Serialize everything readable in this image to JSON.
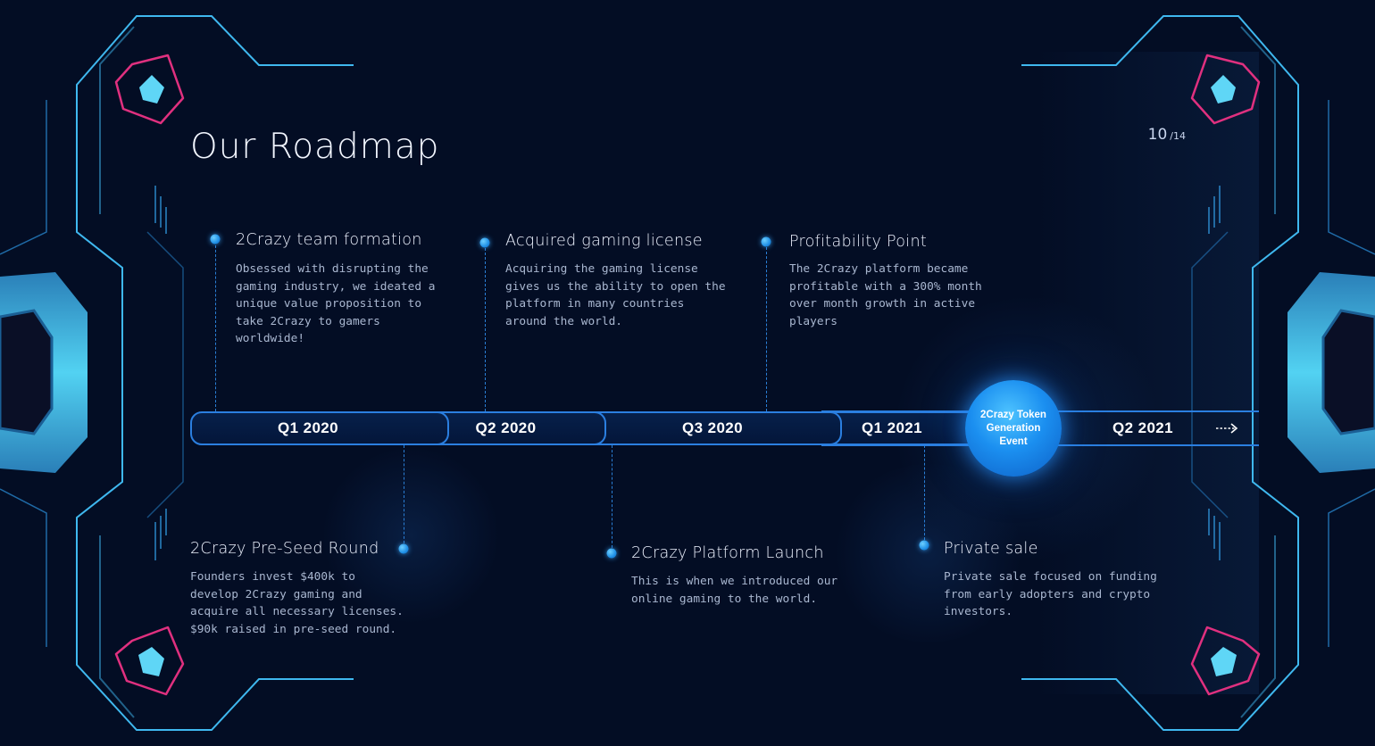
{
  "page": {
    "title": "Our Roadmap",
    "page_current": "10",
    "page_total": "/14"
  },
  "colors": {
    "background": "#030d24",
    "frame_cyan": "#3fb8ef",
    "frame_magenta": "#e0307f",
    "accent_blue": "#2b7fe0",
    "token_glow": "#1b8ff0"
  },
  "timeline": {
    "periods": [
      {
        "label": "Q1 2020"
      },
      {
        "label": "Q2 2020"
      },
      {
        "label": "Q3 2020"
      },
      {
        "label": "Q1 2021"
      },
      {
        "label": "Q2 2021"
      }
    ],
    "token_event": "2Crazy Token\nGeneration\nEvent",
    "arrow_icon": "dashed-arrow-right-icon"
  },
  "milestones_top": [
    {
      "title": "2Crazy team formation",
      "description": "Obsessed with disrupting the\ngaming industry, we ideated a\nunique value proposition to\ntake 2Crazy to gamers\nworldwide!"
    },
    {
      "title": "Acquired gaming license",
      "description": "Acquiring the gaming license\ngives us the ability to open the\nplatform in many countries\naround the world."
    },
    {
      "title": "Profitability Point",
      "description": "The 2Crazy platform became\nprofitable with a 300% month\nover month growth in active\nplayers"
    }
  ],
  "milestones_bottom": [
    {
      "title": "2Crazy Pre-Seed Round",
      "description": "Founders invest $400k to\ndevelop 2Crazy gaming and\nacquire all necessary licenses.\n$90k raised in pre-seed round."
    },
    {
      "title": "2Crazy Platform Launch",
      "description": "This is when we introduced our\nonline gaming to the world."
    },
    {
      "title": "Private sale",
      "description": "Private sale focused on funding\nfrom early adopters and crypto\ninvestors."
    }
  ]
}
